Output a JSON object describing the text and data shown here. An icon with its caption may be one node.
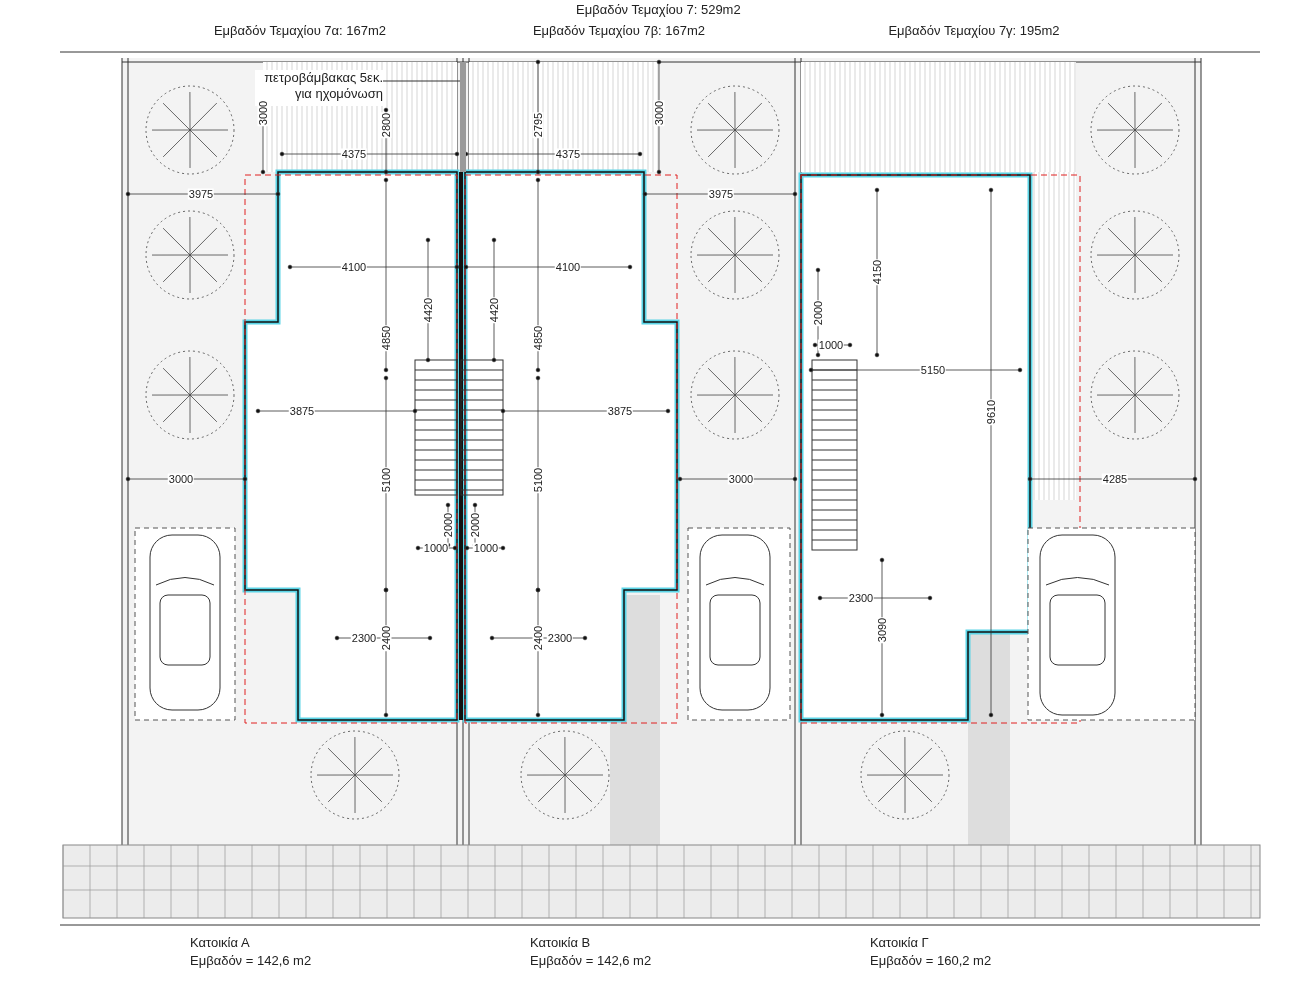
{
  "diagram": {
    "title": "Εμβαδόν Τεμαχίου 7: 529m2",
    "nodes": [
      {
        "text": [
          "πετροβάμβακας 5εκ. για ηχομόνωση"
        ]
      },
      {
        "text": [],
        "shape": "bar"
      }
    ],
    "edges": [
      {
        "from": 0,
        "to": 1,
        "arrow": "none"
      }
    ],
    "labels": [
      "Εμβαδόν Τεμαχίου 7α: 167m2",
      "Εμβαδόν Τεμαχίου 7β: 167m2",
      "Εμβαδόν Τεμαχίου 7γ: 195m2",
      "3000",
      "2800",
      "2795",
      "3000",
      "4375",
      "4375",
      "3975",
      "3975",
      "4150",
      "4100",
      "4100",
      "4420",
      "4850",
      "4420",
      "4850",
      "2000",
      "1000",
      "5150",
      "3875",
      "3875",
      "9610",
      "3000",
      "5100",
      "5100",
      "3000",
      "4285",
      "2000",
      "2000",
      "1000",
      "1000",
      "2300",
      "2400",
      "2400",
      "2300",
      "2300",
      "3090",
      "Κατοικία Α",
      "Εμβαδόν = 142,6 m2",
      "Κατοικία Β",
      "Εμβαδόν  = 142,6 m2",
      "Κατοικία Γ",
      "Εμβαδόν = 160,2 m2"
    ]
  }
}
